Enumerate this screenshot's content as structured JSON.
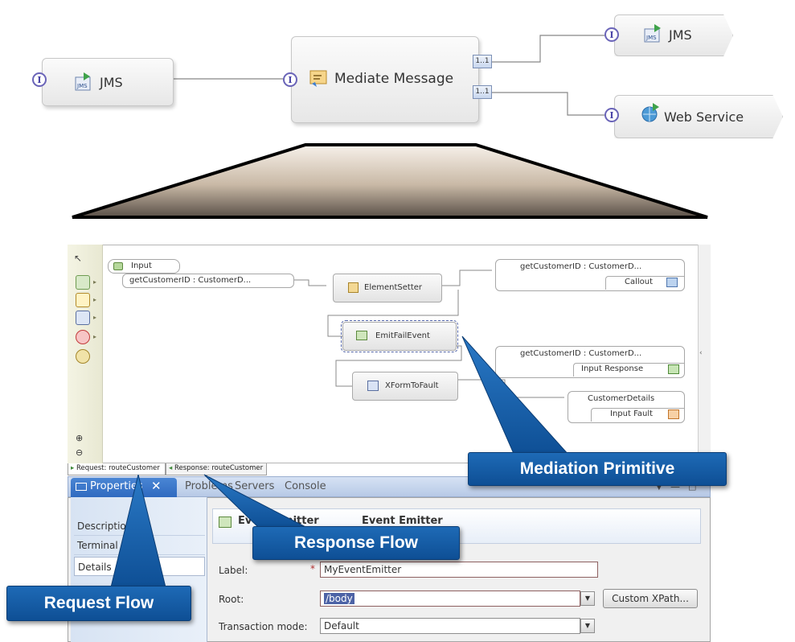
{
  "assembly": {
    "import_label": "JMS",
    "mediation_label": "Mediate Message",
    "ref_port_1": "1..1",
    "ref_port_2": "1..1",
    "export_jms_label": "JMS",
    "export_ws_label": "Web Service",
    "interface_glyph": "I"
  },
  "flow": {
    "input_node_label": "Input",
    "input_op": "getCustomerID : CustomerD...",
    "element_setter": "ElementSetter",
    "emit_fail_event": "EmitFailEvent",
    "xform_to_fault": "XFormToFault",
    "callout_op": "getCustomerID : CustomerD...",
    "callout_label": "Callout",
    "input_response_op": "getCustomerID : CustomerD...",
    "input_response_label": "Input Response",
    "customer_details": "CustomerDetails",
    "input_fault_label": "Input Fault"
  },
  "flow_tabs": {
    "request": "Request: routeCustomer",
    "response": "Response: routeCustomer"
  },
  "properties": {
    "tabs": [
      "Properties",
      "Problems",
      "Servers",
      "Console"
    ],
    "side_items": [
      "Description",
      "Terminal",
      "Details"
    ],
    "header_title": "Event Emitter",
    "header_prefix": "Event Emitter",
    "label_caption": "Label:",
    "label_required": "*",
    "label_value": "MyEventEmitter",
    "root_caption": "Root:",
    "root_value": "/body",
    "custom_xpath_button": "Custom XPath...",
    "transaction_caption": "Transaction mode:",
    "transaction_value": "Default"
  },
  "callouts": {
    "mediation_primitive": "Mediation Primitive",
    "response_flow": "Response Flow",
    "request_flow": "Request Flow"
  },
  "colors": {
    "callout_blue": "#1565b0",
    "interface_purple": "#5b55b3",
    "field_border": "#8e6161"
  }
}
